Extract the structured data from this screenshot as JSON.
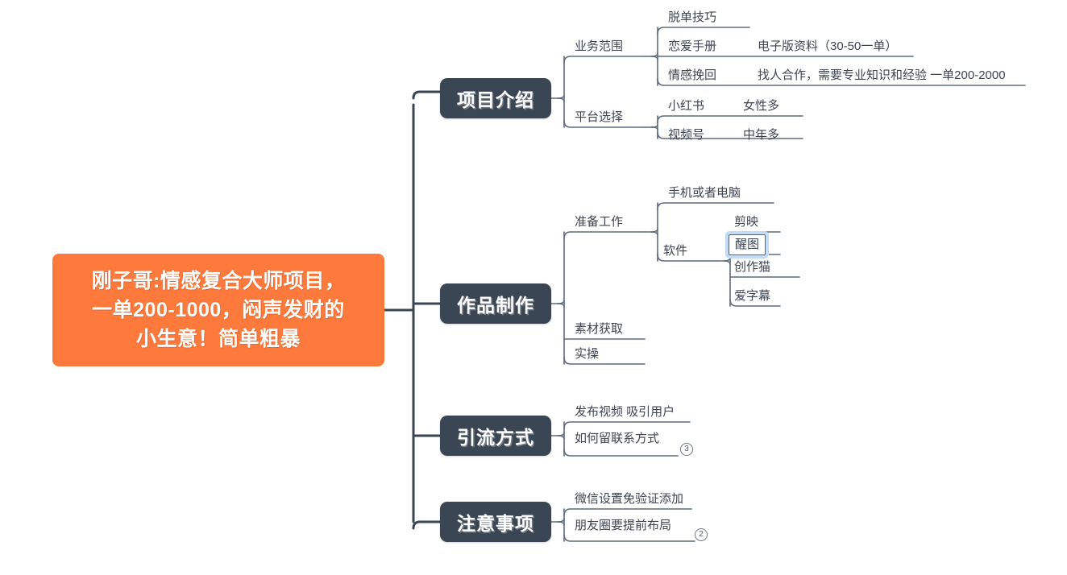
{
  "root": {
    "label": "刚子哥:情感复合大师项目，\n一单200-1000，闷声发财的\n小生意！简单粗暴",
    "color": "#fd7a3c"
  },
  "theme": {
    "branch_color": "#3b4654",
    "line_color": "#5f6b7c",
    "text_color": "#3d4450",
    "selection_color": "#c3dcf5"
  },
  "branches": [
    {
      "label": "项目介绍",
      "children": [
        {
          "label": "业务范围",
          "children": [
            {
              "label": "脱单技巧",
              "detail": ""
            },
            {
              "label": "恋爱手册",
              "detail": "电子版资料（30-50一单）"
            },
            {
              "label": "情感挽回",
              "detail": "找人合作，需要专业知识和经验 一单200-2000"
            }
          ]
        },
        {
          "label": "平台选择",
          "children": [
            {
              "label": "小红书",
              "detail": "女性多"
            },
            {
              "label": "视频号",
              "detail": "中年多"
            }
          ]
        }
      ]
    },
    {
      "label": "作品制作",
      "children": [
        {
          "label": "准备工作",
          "children": [
            {
              "label": "手机或者电脑",
              "detail": ""
            },
            {
              "label": "软件",
              "children": [
                {
                  "label": "剪映",
                  "selected": false
                },
                {
                  "label": "醒图",
                  "selected": true
                },
                {
                  "label": "创作猫",
                  "selected": false
                },
                {
                  "label": "爱字幕",
                  "selected": false
                }
              ]
            }
          ]
        },
        {
          "label": "素材获取",
          "children": []
        },
        {
          "label": "实操",
          "children": []
        }
      ]
    },
    {
      "label": "引流方式",
      "children": [
        {
          "label": "发布视频 吸引用户"
        },
        {
          "label": "如何留联系方式",
          "badge": "3"
        }
      ]
    },
    {
      "label": "注意事项",
      "children": [
        {
          "label": "微信设置免验证添加"
        },
        {
          "label": "朋友圈要提前布局",
          "badge": "2"
        }
      ]
    }
  ]
}
